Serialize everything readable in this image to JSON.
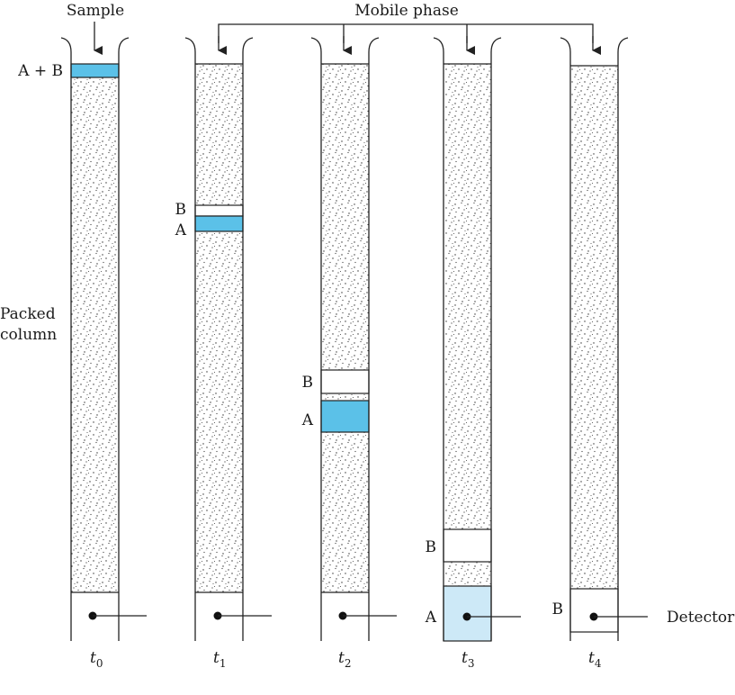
{
  "labels": {
    "sample": "Sample",
    "mobile_phase": "Mobile phase",
    "sample_band": "A + B",
    "packed_column_line1": "Packed",
    "packed_column_line2": "column",
    "detector": "Detector",
    "band_a": "A",
    "band_b": "B"
  },
  "times": [
    {
      "main": "t",
      "sub": "0"
    },
    {
      "main": "t",
      "sub": "1"
    },
    {
      "main": "t",
      "sub": "2"
    },
    {
      "main": "t",
      "sub": "3"
    },
    {
      "main": "t",
      "sub": "4"
    }
  ],
  "colors": {
    "band_a": "#5bc1e8",
    "band_a_detector": "#cde9f7",
    "band_b": "#ffffff",
    "packing_dots": "#333333",
    "outline": "#222222"
  }
}
